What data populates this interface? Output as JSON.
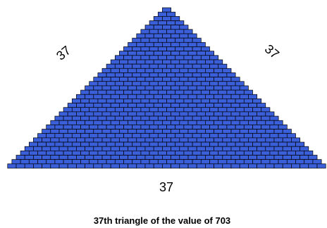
{
  "figure": {
    "rows": 37,
    "total": 703,
    "brick_color": "#3a5fd9",
    "mortar_color": "#000000",
    "background": "#ffffff"
  },
  "labels": {
    "left_side": "37",
    "right_side": "37",
    "base": "37",
    "caption": "37th triangle of the value of 703"
  }
}
